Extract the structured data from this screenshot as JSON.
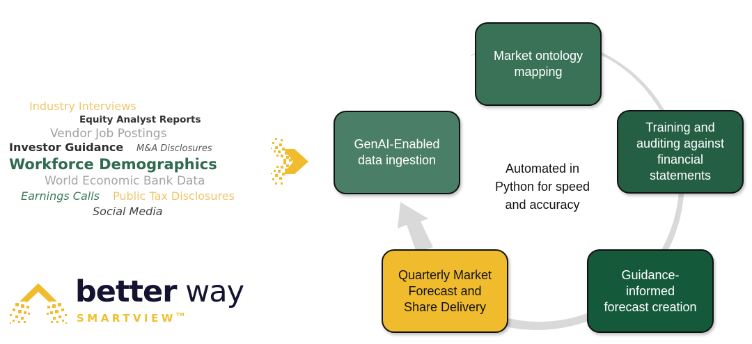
{
  "word_cloud": [
    {
      "text": "Industry Interviews"
    },
    {
      "text": "Equity Analyst Reports"
    },
    {
      "text": "Vendor Job Postings"
    },
    {
      "text": "Investor Guidance"
    },
    {
      "text": "M&A Disclosures"
    },
    {
      "text": "Workforce Demographics"
    },
    {
      "text": "World Economic Bank Data"
    },
    {
      "text": "Earnings Calls"
    },
    {
      "text": "Public Tax Disclosures"
    },
    {
      "text": "Social Media"
    }
  ],
  "logo": {
    "word_bold": "better",
    "word_light": " way",
    "subtitle": "SMARTVIEW",
    "trademark": "TM"
  },
  "cycle": {
    "center_text": "Automated in\nPython for speed\nand accuracy",
    "steps": [
      {
        "label": "GenAI-Enabled\ndata ingestion",
        "color": "#4b7e66"
      },
      {
        "label": "Market ontology\nmapping",
        "color": "#3a7258"
      },
      {
        "label": "Training and\nauditing against\nfinancial\nstatements",
        "color": "#245e43"
      },
      {
        "label": "Guidance-\ninformed\nforecast creation",
        "color": "#145a3a"
      },
      {
        "label": "Quarterly Market\nForecast and\nShare Delivery",
        "color": "#f0bc2e"
      }
    ],
    "arrow_color": "#d9d9d9",
    "accent_color": "#f0bf2c"
  }
}
